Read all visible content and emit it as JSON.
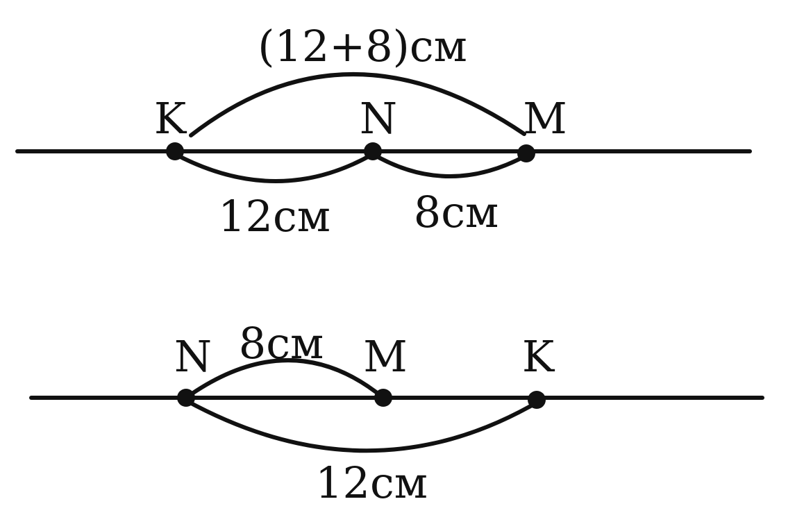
{
  "diagram_1": {
    "points": [
      "K",
      "N",
      "M"
    ],
    "total_label": "(12+8)см",
    "segment_kn_label": "12см",
    "segment_nm_label": "8см"
  },
  "diagram_2": {
    "points": [
      "N",
      "M",
      "K"
    ],
    "segment_nm_label": "8см",
    "segment_nk_label": "12см"
  },
  "colors": {
    "ink": "#111111",
    "background": "#ffffff"
  }
}
